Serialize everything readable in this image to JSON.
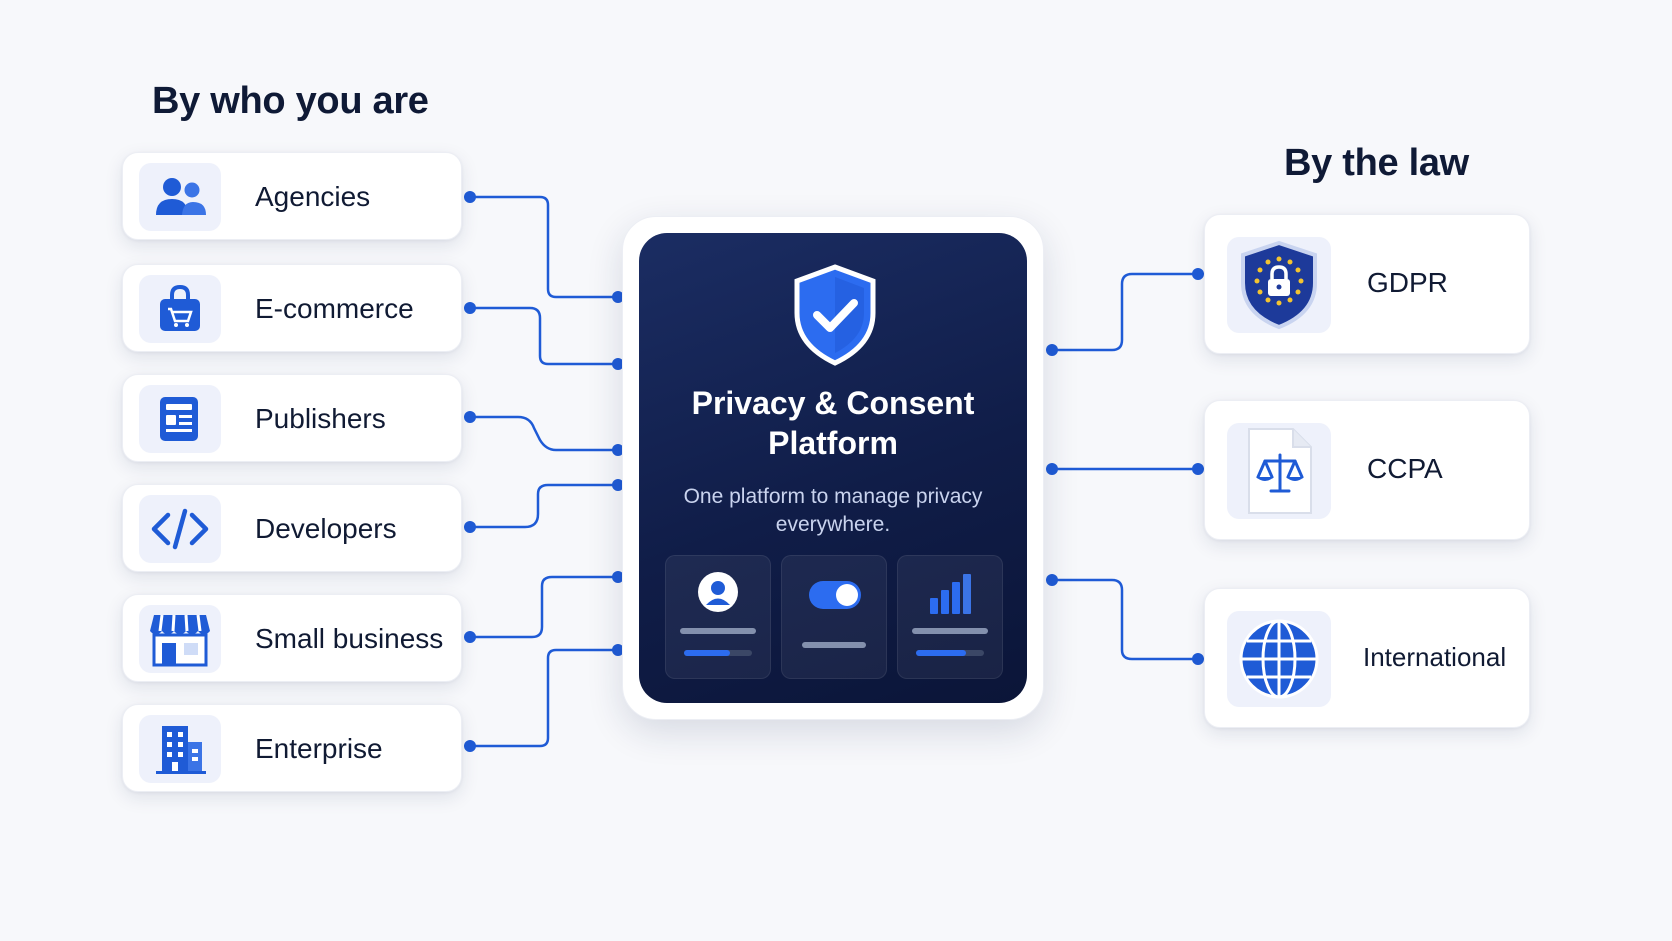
{
  "left_section": {
    "heading": "By who you are",
    "items": [
      {
        "label": "Agencies",
        "icon": "users-icon"
      },
      {
        "label": "E-commerce",
        "icon": "shopping-bag-icon"
      },
      {
        "label": "Publishers",
        "icon": "newspaper-icon"
      },
      {
        "label": "Developers",
        "icon": "code-icon"
      },
      {
        "label": "Small business",
        "icon": "storefront-icon"
      },
      {
        "label": "Enterprise",
        "icon": "office-building-icon"
      }
    ]
  },
  "platform": {
    "title": "Privacy & Consent Platform",
    "subtitle": "One platform to manage privacy everywhere.",
    "icon": "shield-check-icon",
    "widgets": [
      "user-profile-icon",
      "toggle-switch-icon",
      "bar-chart-icon"
    ]
  },
  "right_section": {
    "heading": "By the law",
    "items": [
      {
        "label": "GDPR",
        "icon": "eu-shield-lock-icon"
      },
      {
        "label": "CCPA",
        "icon": "scales-document-icon"
      },
      {
        "label": "International",
        "icon": "globe-icon"
      }
    ]
  },
  "colors": {
    "accent": "#1f5bd6",
    "panel_dark": "#101d48",
    "background": "#f7f8fb"
  }
}
